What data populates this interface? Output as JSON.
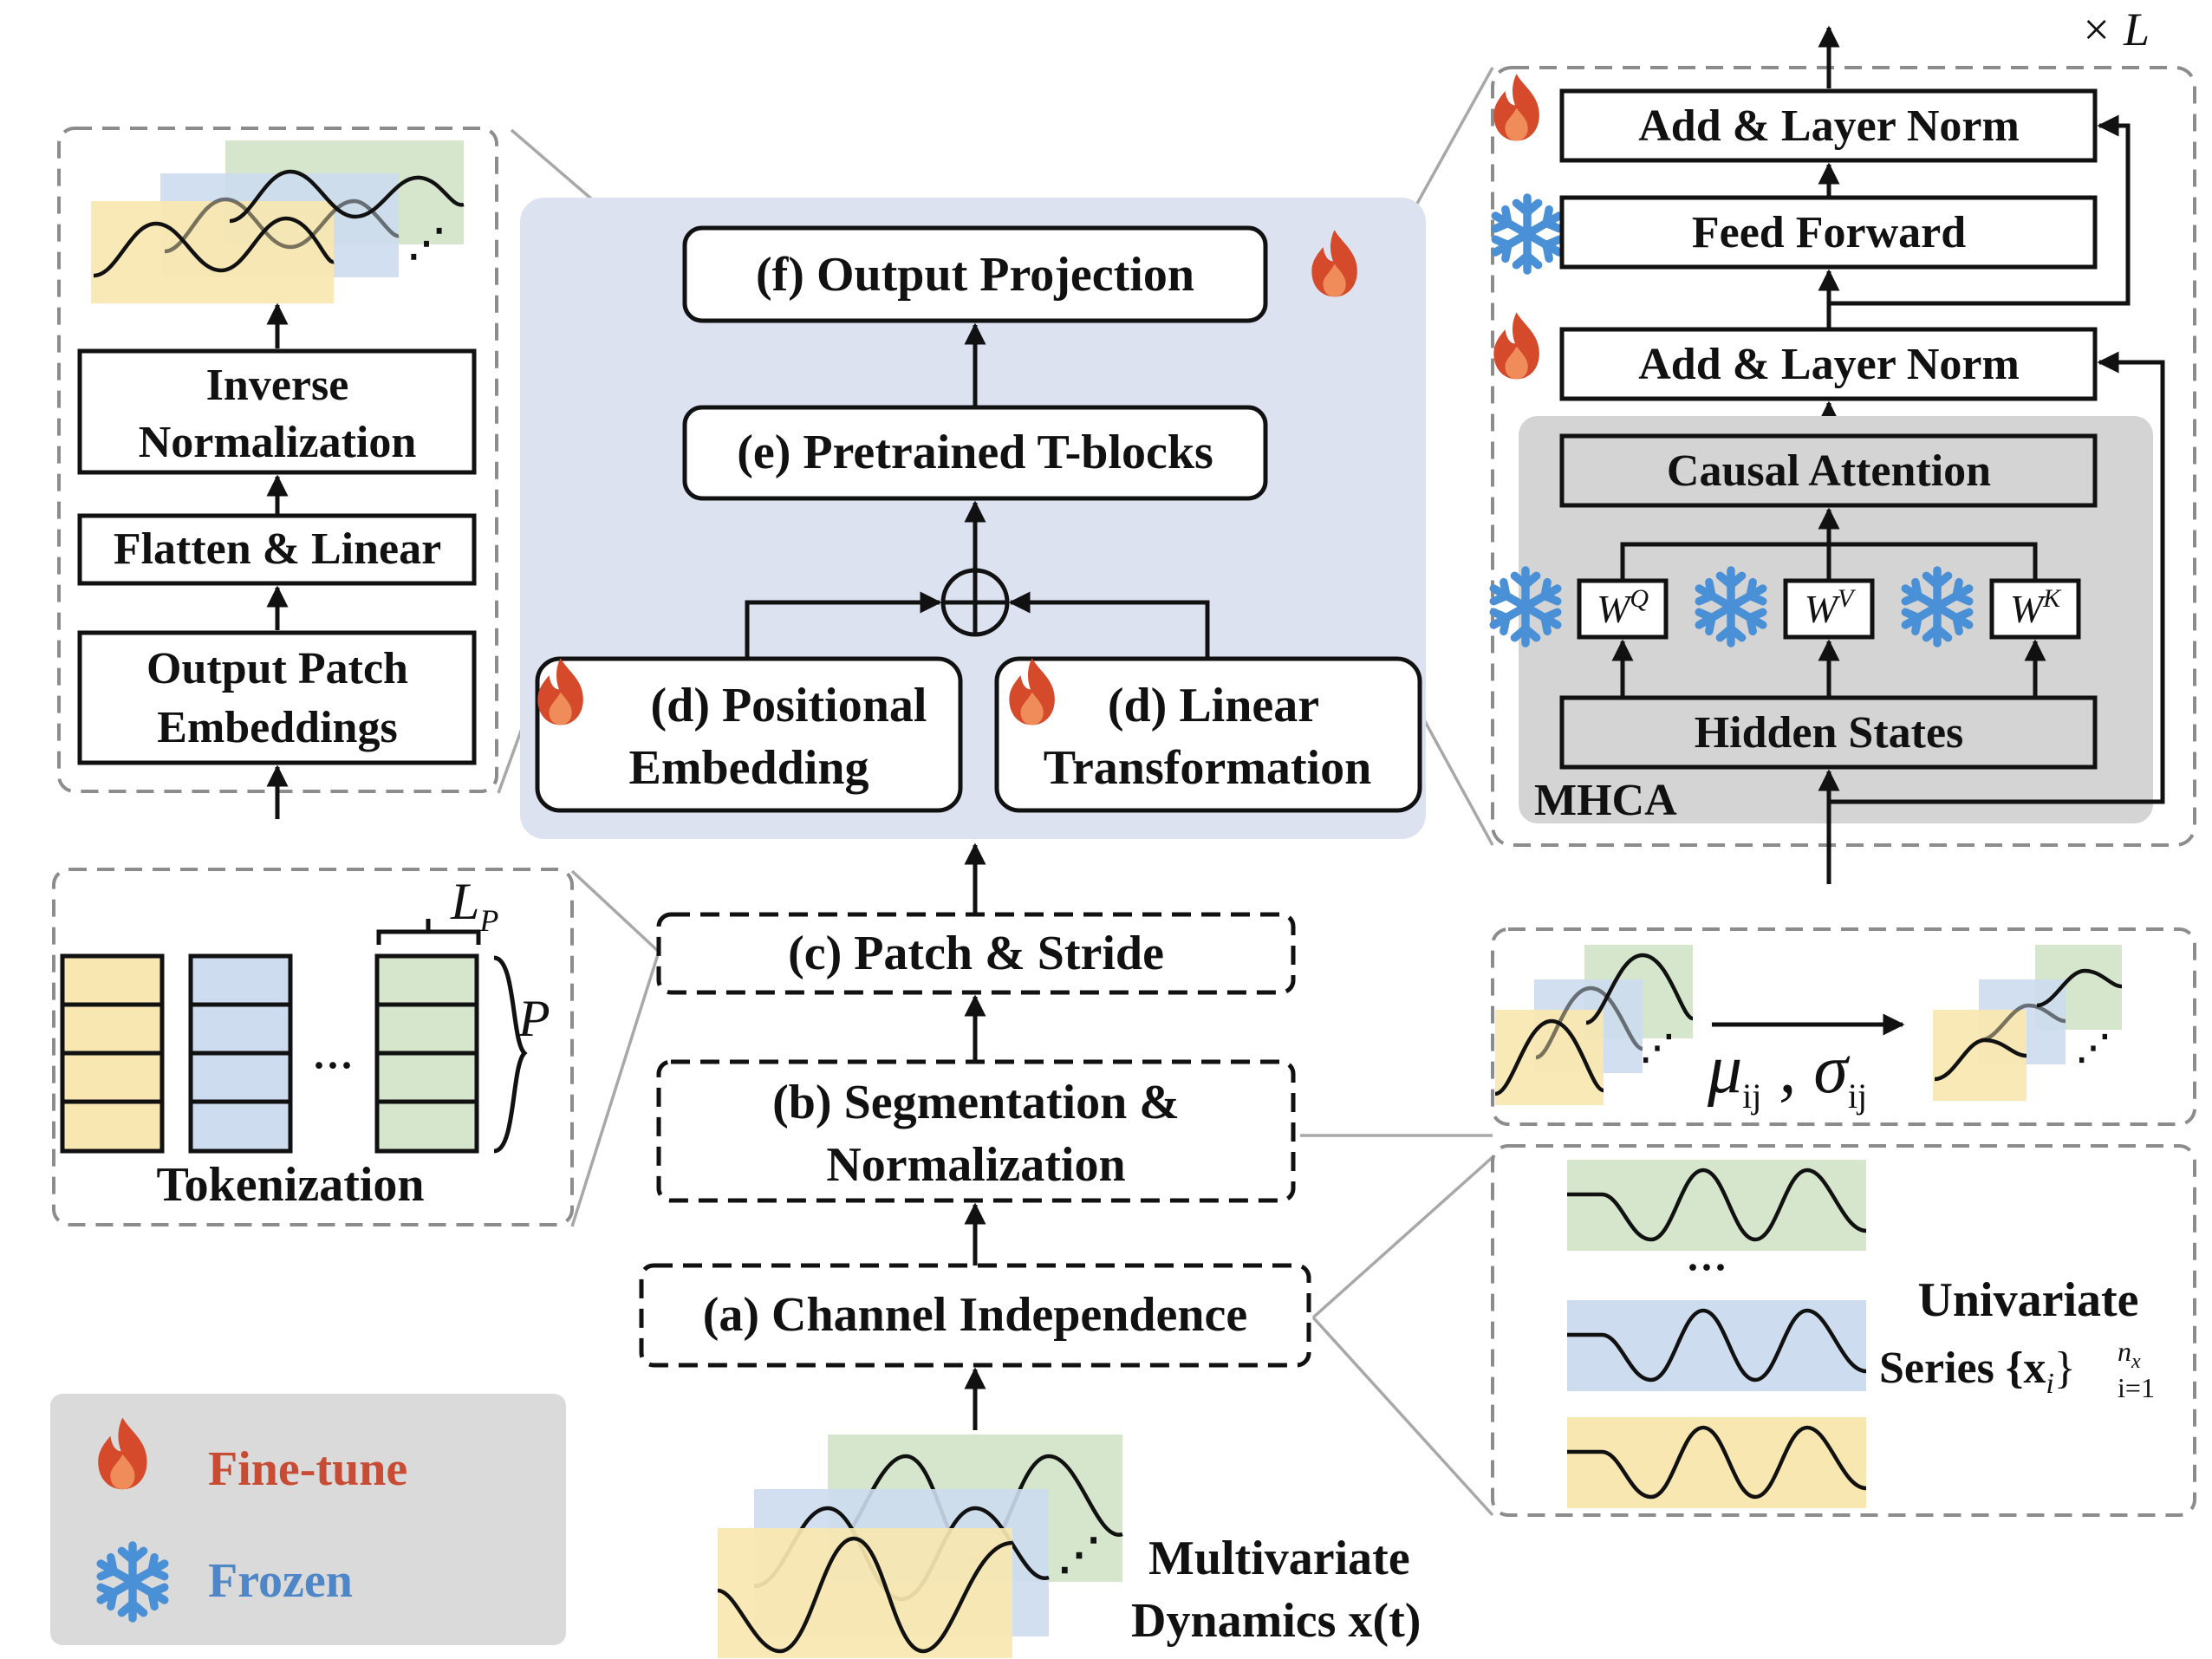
{
  "center": {
    "output_projection": "(f) Output Projection",
    "pretrained_blocks": "(e) Pretrained T-blocks",
    "positional_embedding": [
      "(d) Positional",
      "Embedding"
    ],
    "linear_transformation": [
      "(d) Linear",
      "Transformation"
    ],
    "patch_stride": "(c) Patch & Stride",
    "segmentation": [
      "(b) Segmentation &",
      "Normalization"
    ],
    "channel_independence": "(a) Channel Independence",
    "multivariate": [
      "Multivariate",
      "Dynamics x(t)"
    ]
  },
  "output_panel": {
    "inverse_normalization": [
      "Inverse",
      "Normalization"
    ],
    "flatten_linear": "Flatten & Linear",
    "output_patch_embeddings": [
      "Output Patch",
      "Embeddings"
    ]
  },
  "tokenization_panel": {
    "title": "Tokenization",
    "patch_length": "L",
    "patch_length_sub": "P",
    "patch_count": "P",
    "ellipsis": "···"
  },
  "tblock_panel": {
    "repeat": "× L",
    "add_norm_top": "Add & Layer Norm",
    "feed_forward": "Feed Forward",
    "add_norm_bottom": "Add & Layer Norm",
    "causal_attention": "Causal Attention",
    "wq": "W",
    "wq_sup": "Q",
    "wv": "W",
    "wv_sup": "V",
    "wk": "W",
    "wk_sup": "K",
    "hidden_states": "Hidden States",
    "mhca": "MHCA"
  },
  "norm_panel": {
    "params": "μ",
    "params_sub": "ij",
    "params_sep": " , ",
    "params2": "σ",
    "params2_sub": "ij"
  },
  "univariate_panel": {
    "label_line1": "Univariate",
    "label_line2": "Series {x",
    "label_sub": "i",
    "label_close": "}",
    "label_lower": "i=1",
    "label_upper": "n",
    "label_upper_sub": "x",
    "ellipsis": "···"
  },
  "legend": {
    "finetune": "Fine-tune",
    "frozen": "Frozen"
  },
  "colors": {
    "center_bg": "#dde2f1",
    "yellow": "#f8e7b0",
    "blue": "#cddcef",
    "green": "#d6e6cd",
    "fire": "#d44a2a",
    "snow": "#4a90d6",
    "finetune_text": "#c84b34",
    "frozen_text": "#4f86c8",
    "legend_bg": "#dadada"
  }
}
